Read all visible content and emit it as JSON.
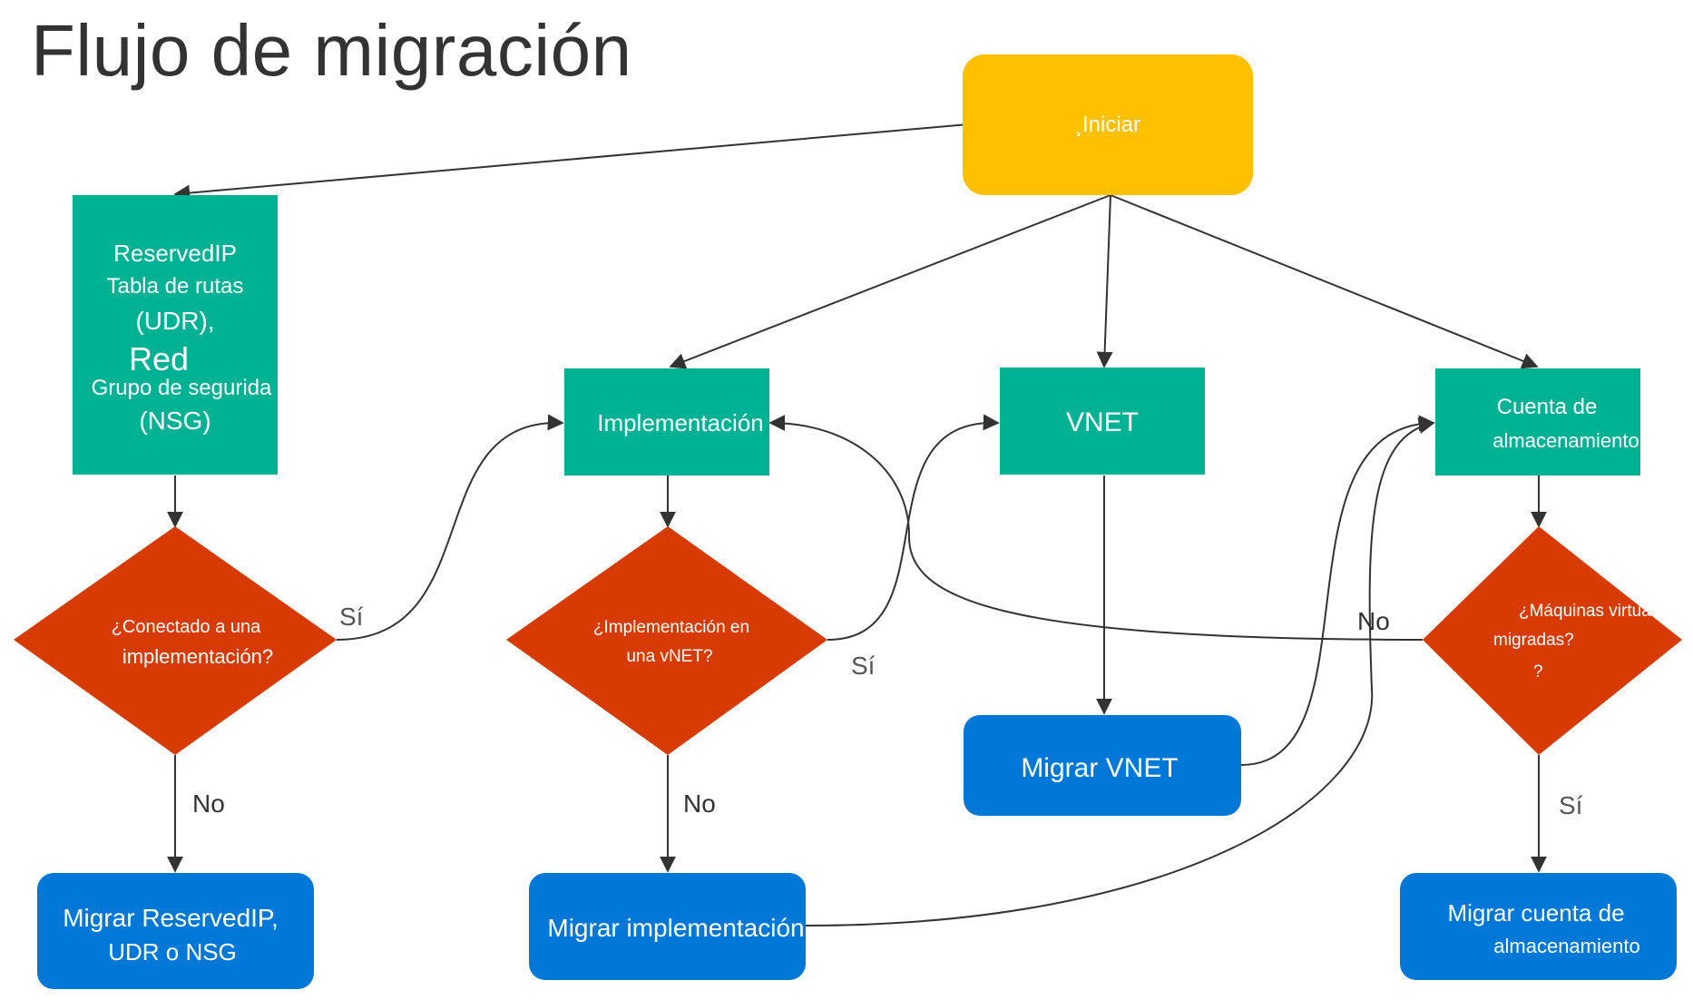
{
  "title": "Flujo de migración",
  "colors": {
    "start": "#FFC000",
    "process": "#00B294",
    "decision": "#D83B01",
    "action": "#0078D7",
    "connector": "#333333",
    "edge_label": "#555555",
    "title_text": "#333333"
  },
  "nodes": {
    "start": {
      "label": "¸Iniciar"
    },
    "reservedip_box": {
      "lines": [
        "ReservedIP",
        "Tabla de rutas",
        "(UDR),",
        "Red",
        "Grupo de segurida",
        "(NSG)"
      ]
    },
    "implementacion_box": {
      "label": "Implementación"
    },
    "vnet_box": {
      "label": "VNET"
    },
    "storage_box": {
      "lines": [
        "Cuenta de",
        "almacenamiento"
      ]
    },
    "decision_connected": {
      "lines": [
        "¿Conectado a una",
        "implementación?"
      ]
    },
    "decision_deploy_vnet": {
      "lines": [
        "¿Implementación en",
        "una vNET?"
      ]
    },
    "decision_vms": {
      "lines": [
        "¿Máquinas virtuales",
        "migradas?",
        "?"
      ]
    },
    "migrate_reservedip": {
      "lines": [
        "Migrar ReservedIP,",
        "UDR o NSG"
      ]
    },
    "migrate_deployment": {
      "label": "Migrar implementación"
    },
    "migrate_vnet": {
      "label": "Migrar VNET"
    },
    "migrate_storage": {
      "lines": [
        "Migrar cuenta de",
        "almacenamiento"
      ]
    }
  },
  "edge_labels": {
    "si_1": "Sí",
    "no_1": "No",
    "si_2": "Sí",
    "no_2": "No",
    "no_3": "No",
    "si_3": "Sí"
  }
}
